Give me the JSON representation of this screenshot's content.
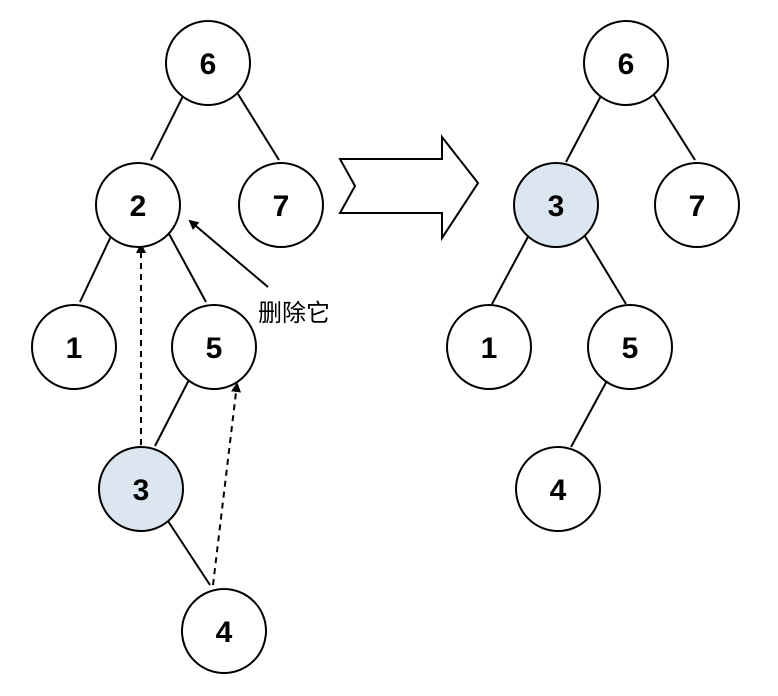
{
  "annotation": "删除它",
  "colors": {
    "highlight": "#dce6f0",
    "stroke": "#000000"
  },
  "left_tree": {
    "nodes": {
      "n6": "6",
      "n2": "2",
      "n7": "7",
      "n1": "1",
      "n5": "5",
      "n3": "3",
      "n4": "4"
    },
    "highlighted": "3",
    "deleted": "2"
  },
  "right_tree": {
    "nodes": {
      "n6": "6",
      "n3": "3",
      "n7": "7",
      "n1": "1",
      "n5": "5",
      "n4": "4"
    },
    "highlighted": "3"
  },
  "transition": "right-arrow"
}
